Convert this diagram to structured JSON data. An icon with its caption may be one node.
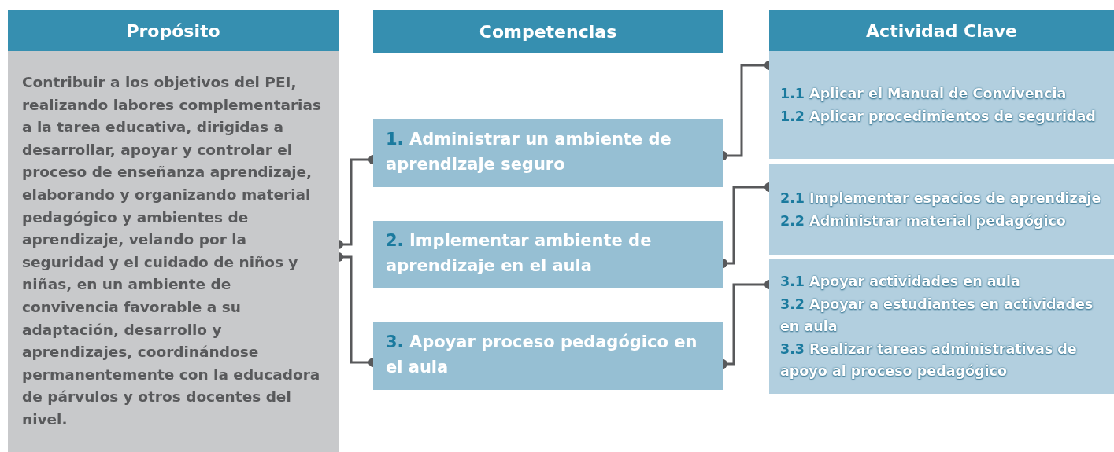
{
  "diagram": {
    "nodes": [
      {
        "text": [
          "Propósito"
        ]
      },
      {
        "text": [
          "Contribuir a los objetivos del PEI, realizando labores complementarias a la tarea educativa, dirigidas a desarrollar, apoyar y controlar el proceso de enseñanza aprendizaje, elaborando y organizando material pedagógico y ambientes de aprendizaje, velando por la seguridad y el cuidado de niños y niñas, en un ambiente de convivencia favorable a su adaptación, desarrollo y aprendizajes, coordinándose permanentemente con la educadora de párvulos y otros docentes del nivel."
        ]
      },
      {
        "text": [
          "Competencias"
        ]
      },
      {
        "text": [
          "1. Administrar un ambiente de aprendizaje seguro"
        ]
      },
      {
        "text": [
          "2. Implementar ambiente de aprendizaje en el aula"
        ]
      },
      {
        "text": [
          "3. Apoyar proceso pedagógico en el aula"
        ]
      },
      {
        "text": [
          "Actividad Clave"
        ]
      },
      {
        "text": [
          "1.1 Aplicar el Manual de Convivencia",
          "1.2 Aplicar procedimientos de seguridad"
        ]
      },
      {
        "text": [
          "2.1 Implementar espacios de aprendizaje",
          "2.2 Administrar material pedagógico"
        ]
      },
      {
        "text": [
          "3.1 Apoyar actividades en aula",
          "3.2 Apoyar a estudiantes en actividades en aula",
          "3.3 Realizar tareas administrativas de apoyo al proceso pedagógico"
        ]
      }
    ],
    "edges": [
      {
        "from": 1,
        "to": 3,
        "arrow": "other"
      },
      {
        "from": 1,
        "to": 5,
        "arrow": "other"
      },
      {
        "from": 3,
        "to": 7,
        "arrow": "other"
      },
      {
        "from": 4,
        "to": 8,
        "arrow": "other"
      },
      {
        "from": 5,
        "to": 9,
        "arrow": "other"
      }
    ]
  }
}
